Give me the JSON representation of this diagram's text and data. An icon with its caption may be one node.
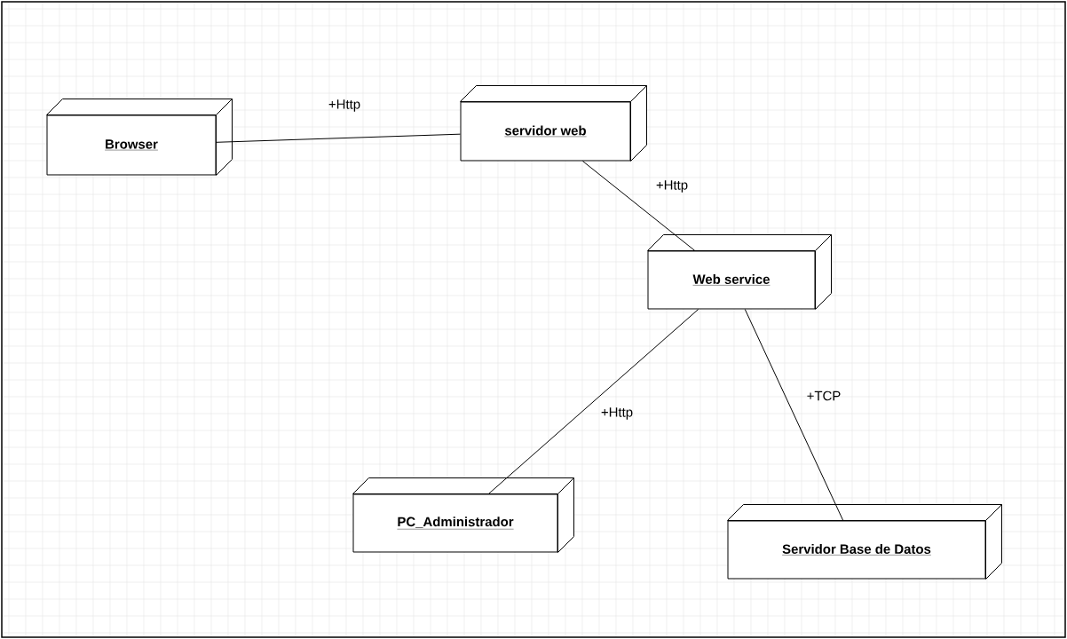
{
  "diagram": {
    "nodes": [
      {
        "text": [
          "Browser"
        ]
      },
      {
        "text": [
          "servidor web"
        ]
      },
      {
        "text": [
          "Web service"
        ]
      },
      {
        "text": [
          "PC_Administrador"
        ]
      },
      {
        "text": [
          "Servidor Base de Datos"
        ]
      }
    ],
    "edges": [
      {
        "from": 0,
        "to": 1,
        "arrow": "none",
        "label": "+Http"
      },
      {
        "from": 1,
        "to": 2,
        "arrow": "none",
        "label": "+Http"
      },
      {
        "from": 2,
        "to": 3,
        "arrow": "none",
        "label": "+Http"
      },
      {
        "from": 2,
        "to": 4,
        "arrow": "none",
        "label": "+TCP"
      }
    ]
  }
}
